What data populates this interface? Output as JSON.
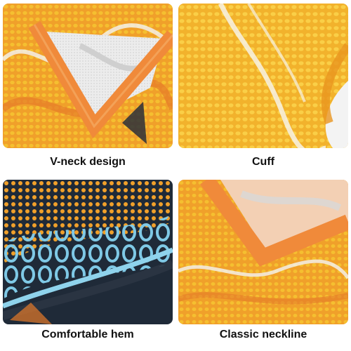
{
  "tiles": [
    {
      "caption": "V-neck design",
      "subject": "v-neck-collar"
    },
    {
      "caption": "Cuff",
      "subject": "cuff-fabric"
    },
    {
      "caption": "Comfortable hem",
      "subject": "hem-edge"
    },
    {
      "caption": "Classic neckline",
      "subject": "neckline"
    }
  ],
  "colors": {
    "orange": "#f0a02a",
    "orange_deep": "#e57a2a",
    "trim_orange": "#f08a3a",
    "yellow": "#f6c431",
    "navy": "#1f2a38",
    "sky_blue": "#7fc9e6",
    "grey_mesh": "#d9d9d9"
  }
}
